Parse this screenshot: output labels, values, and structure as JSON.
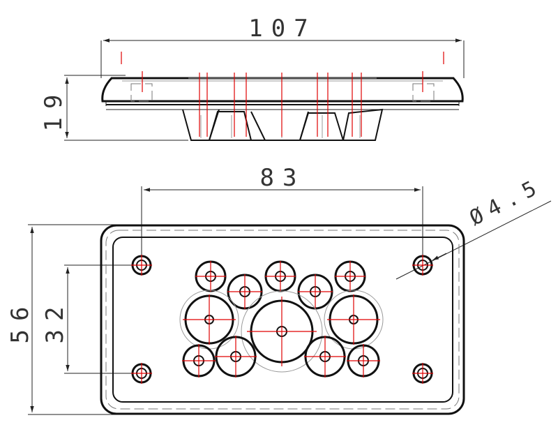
{
  "dimensions": {
    "overall_length": "107",
    "height": "19",
    "hole_spacing_x": "83",
    "overall_width": "56",
    "hole_spacing_y": "32",
    "hole_diameter": "Ø4.5"
  },
  "colors": {
    "outline": "#111111",
    "center_lines": "#e00000",
    "hidden_lines": "#777777",
    "dimension_text": "#333333"
  }
}
